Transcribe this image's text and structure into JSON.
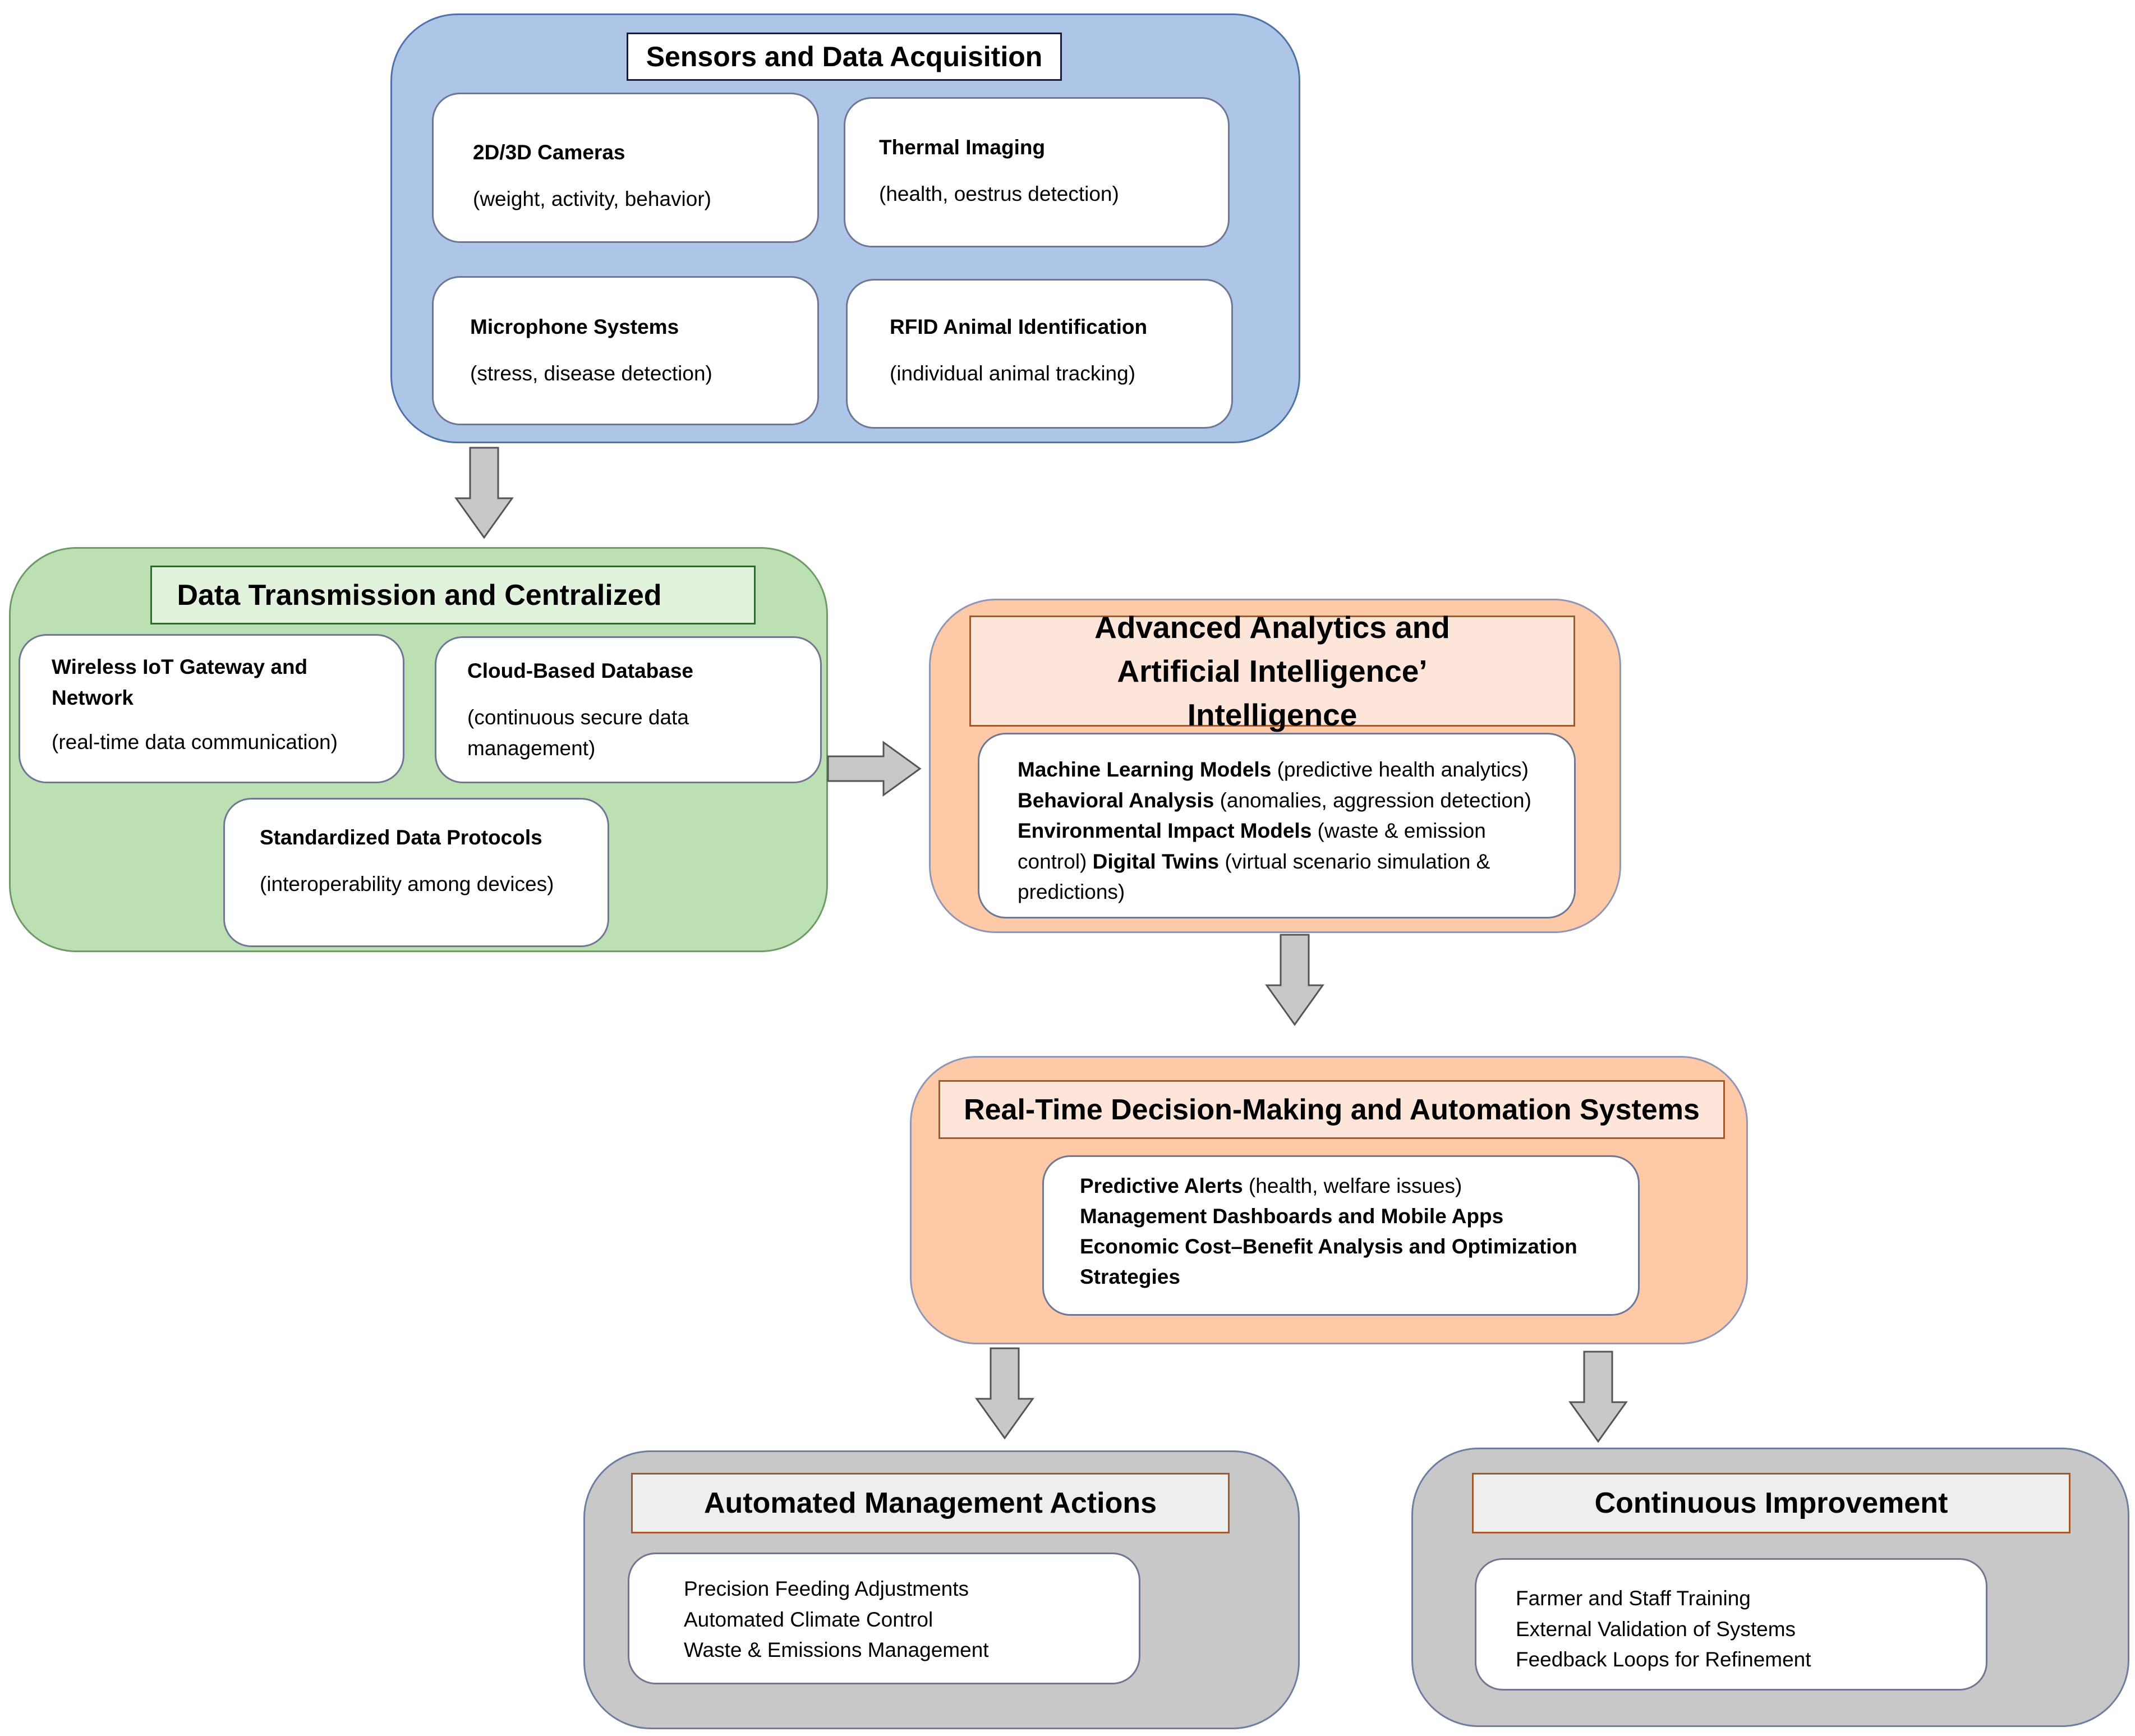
{
  "sensors": {
    "title": "Sensors and Data Acquisition",
    "cards": [
      {
        "name": "2D/3D Cameras",
        "desc": "(weight, activity, behavior)"
      },
      {
        "name": "Thermal Imaging",
        "desc": "(health, oestrus detection)"
      },
      {
        "name": "Microphone Systems",
        "desc": "(stress, disease detection)"
      },
      {
        "name": "RFID Animal Identification",
        "desc": "(individual animal tracking)"
      }
    ]
  },
  "transmission": {
    "title": "Data Transmission and Centralized",
    "cards": [
      {
        "name": "Wireless IoT Gateway and Network",
        "desc": "(real-time data communication)"
      },
      {
        "name": "Cloud-Based Database",
        "desc": "(continuous secure data management)"
      },
      {
        "name": "Standardized Data Protocols",
        "desc": "(interoperability among devices)"
      }
    ]
  },
  "analytics": {
    "title": "Advanced Analytics and Artificial Intelligence’ Intelligence",
    "items": [
      {
        "name": "Machine Learning Models",
        "desc": " (predictive health analytics) "
      },
      {
        "name": "Behavioral Analysis",
        "desc": " (anomalies, aggression detection) "
      },
      {
        "name": "Environmental Impact Models",
        "desc": " (waste & emission control) "
      },
      {
        "name": "Digital Twins",
        "desc": " (virtual scenario simulation & predictions)"
      }
    ]
  },
  "decision": {
    "title": "Real-Time Decision-Making and Automation Systems",
    "alert_name": "Predictive Alerts",
    "alert_desc": " (health, welfare issues)",
    "dashboards": "Management Dashboards and Mobile Apps",
    "economic": "Economic Cost–Benefit Analysis and Optimization Strategies"
  },
  "actions": {
    "title": "Automated Management Actions",
    "items": [
      "Precision Feeding Adjustments",
      "Automated Climate Control",
      "Waste & Emissions Management"
    ]
  },
  "improvement": {
    "title": "Continuous Improvement",
    "items": [
      "Farmer and Staff Training",
      "External Validation of Systems",
      "Feedback Loops for Refinement"
    ]
  },
  "colors": {
    "sensors_bg": "#adc6e8",
    "transmission_bg": "#bce0b4",
    "analytics_bg": "#fdc9a7",
    "actions_bg": "#c8c8c8",
    "arrow_fill": "#c8c8c8"
  }
}
